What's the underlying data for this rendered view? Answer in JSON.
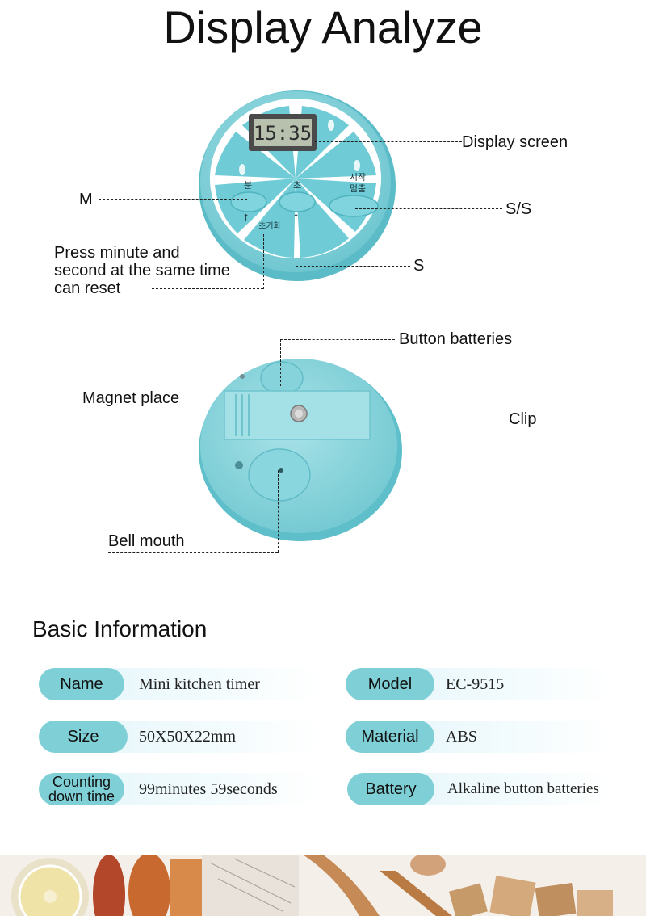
{
  "title": "Display Analyze",
  "timer_front": {
    "lcd_text": "15:35",
    "btn_minute_label": "분",
    "btn_second_label": "초",
    "btn_startstop_label_1": "시작",
    "btn_startstop_label_2": "멈춤",
    "reset_label": "초기화"
  },
  "callouts_front": {
    "display": "Display screen",
    "m": "M",
    "ss": "S/S",
    "s": "S",
    "reset_1": "Press minute and",
    "reset_2": "second at the same time",
    "reset_3": "can reset"
  },
  "callouts_back": {
    "batteries": "Button batteries",
    "magnet": "Magnet place",
    "clip": "Clip",
    "bell": "Bell mouth"
  },
  "basic_info": {
    "heading": "Basic Information",
    "rows": [
      {
        "label": "Name",
        "value": "Mini kitchen timer"
      },
      {
        "label": "Model",
        "value": "EC-9515"
      },
      {
        "label": "Size",
        "value": "50X50X22mm"
      },
      {
        "label": "Material",
        "value": "ABS"
      },
      {
        "label_1": "Counting",
        "label_2": "down time",
        "value": "99minutes 59seconds"
      },
      {
        "label": "Battery",
        "value": "Alkaline button batteries"
      }
    ]
  },
  "colors": {
    "timer_body": "#8ad4dc",
    "timer_face": "#5cc3cf",
    "pill": "#7fd0d6"
  }
}
